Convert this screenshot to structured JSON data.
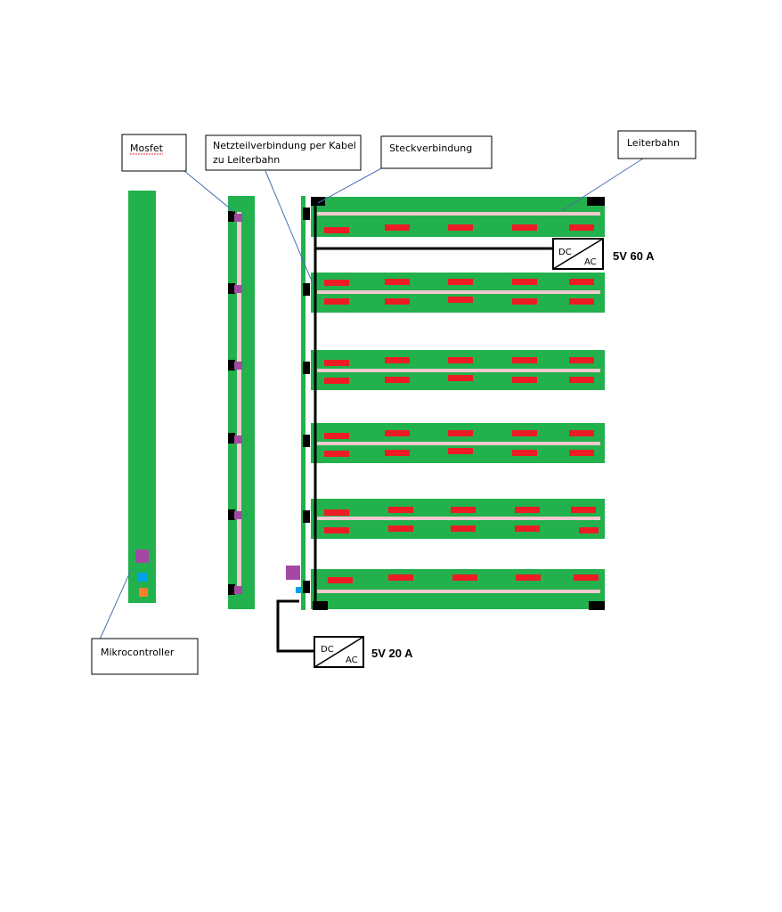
{
  "callouts": {
    "mosfet": "Mosfet",
    "netzteil_line1": "Netzteilverbindung per Kabel",
    "netzteil_line2": "zu Leiterbahn",
    "steck": "Steckverbindung",
    "leiterbahn": "Leiterbahn",
    "mikro": "Mikrocontroller"
  },
  "psu_top": {
    "dc": "DC",
    "ac": "AC",
    "label": "5V 60 A"
  },
  "psu_bottom": {
    "dc": "DC",
    "ac": "AC",
    "label": "5V 20 A"
  },
  "colors": {
    "board": "#22b14c",
    "trace": "#f2c9cf",
    "led": "#ed1c24",
    "mosfet": "#a349a4",
    "connector": "#000000",
    "chip_blue": "#00a2e8",
    "chip_orange": "#ff7f27",
    "callout_line": "#4a6fb5"
  }
}
